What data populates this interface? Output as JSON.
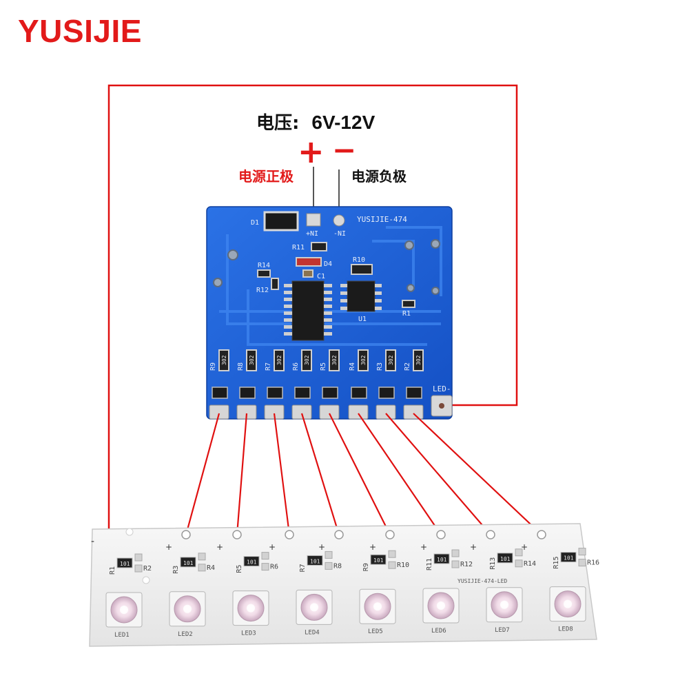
{
  "brand": "YUSIJIE",
  "voltage": {
    "label": "电压:",
    "value": "6V-12V"
  },
  "power": {
    "plus_sign": "+",
    "minus_sign": "−",
    "positive_label": "电源正极",
    "negative_label": "电源负极"
  },
  "controller": {
    "model": "YUSIJIE-474",
    "pin_pos": "+NI",
    "pin_neg": "-NI",
    "led_minus_pad": "LED-",
    "top_components": [
      "D1",
      "R11",
      "D4",
      "R14",
      "C1",
      "R12",
      "R10",
      "U1",
      "R1"
    ],
    "resistor_value": "302",
    "resistor_labels": [
      "R9",
      "R8",
      "R7",
      "R6",
      "R5",
      "R4",
      "R3",
      "R2"
    ]
  },
  "strip": {
    "model": "YUSIJIE-474-LED",
    "minus_mark": "-",
    "plus_mark": "+",
    "resistor_pairs": [
      [
        "R1",
        "R2"
      ],
      [
        "R3",
        "R4"
      ],
      [
        "R5",
        "R6"
      ],
      [
        "R7",
        "R8"
      ],
      [
        "R9",
        "R10"
      ],
      [
        "R11",
        "R12"
      ],
      [
        "R13",
        "R14"
      ],
      [
        "R15",
        "R16"
      ]
    ],
    "led_labels": [
      "LED1",
      "LED2",
      "LED3",
      "LED4",
      "LED5",
      "LED6",
      "LED7",
      "LED8"
    ],
    "smd_value": "101"
  },
  "colors": {
    "brand_red": "#e21a1a",
    "wire_red": "#e01010",
    "pcb_blue": "#1f63d8",
    "strip_white": "#f2f2f2"
  }
}
